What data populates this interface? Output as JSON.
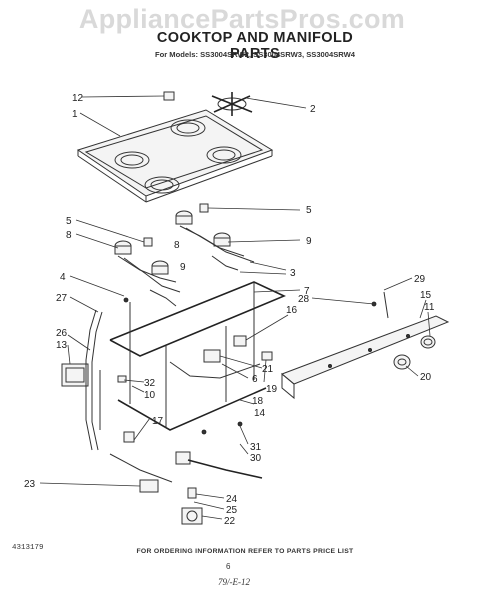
{
  "watermark": "AppliancePartsPros.com",
  "title": "COOKTOP AND MANIFOLD PARTS",
  "subtitle": "For Models: SS3004SRW2, SS3004SRW3, SS3004SRW4",
  "footnote": "FOR ORDERING INFORMATION REFER TO PARTS PRICE LIST",
  "doc_number": "4313179",
  "page_number": "6",
  "handwritten_date": "79/-E-12",
  "callouts": [
    "1",
    "2",
    "3",
    "4",
    "5",
    "5",
    "6",
    "7",
    "8",
    "8",
    "9",
    "9",
    "10",
    "11",
    "12",
    "13",
    "14",
    "15",
    "16",
    "17",
    "18",
    "19",
    "20",
    "21",
    "22",
    "23",
    "24",
    "25",
    "26",
    "27",
    "28",
    "29",
    "30",
    "31",
    "32"
  ]
}
